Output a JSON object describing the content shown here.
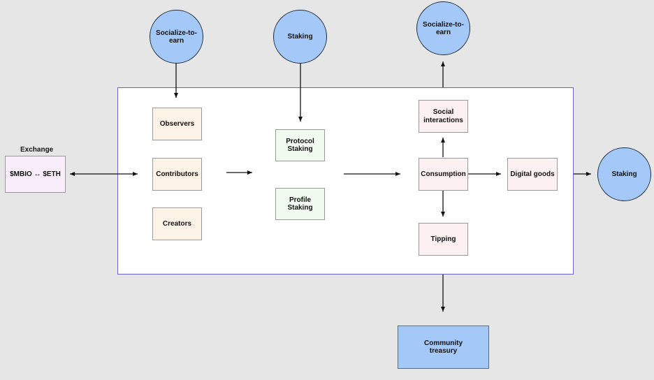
{
  "circles": {
    "socialize_top_left": "Socialize-to-earn",
    "staking_top": "Staking",
    "socialize_top_right": "Socialize-to-earn",
    "staking_right": "Staking"
  },
  "exchange": {
    "title": "Exchange",
    "pair": "$MBIO ↔ $ETH"
  },
  "participants": {
    "observers": "Observers",
    "contributors": "Contributors",
    "creators": "Creators"
  },
  "staking": {
    "protocol": "Protocol\nStaking",
    "profile": "Profile\nStaking"
  },
  "economy": {
    "social_interactions": "Social\ninteractions",
    "consumption": "Consumption",
    "tipping": "Tipping",
    "digital_goods": "Digital goods"
  },
  "treasury": "Community\ntreasury"
}
